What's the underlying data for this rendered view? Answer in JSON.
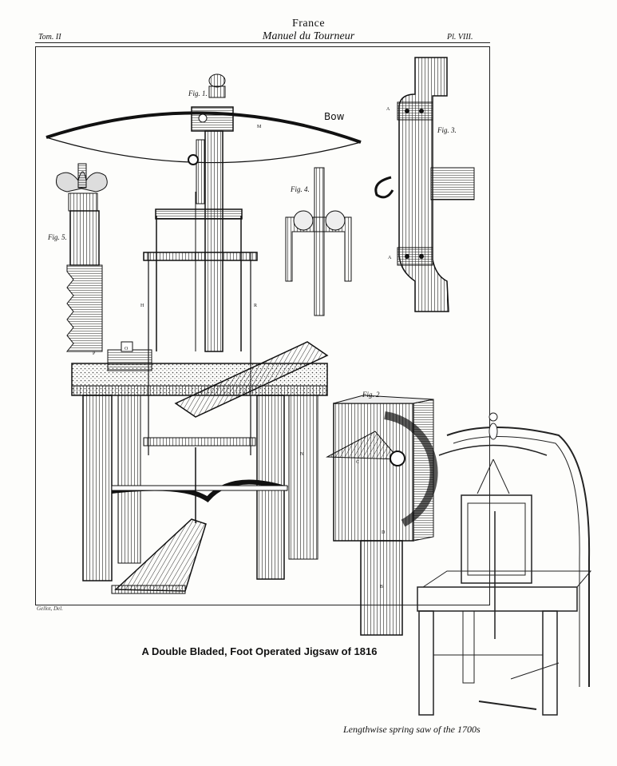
{
  "header": {
    "country": "France",
    "book_title": "Manuel du Tourneur",
    "tome": "Tom. II",
    "plate": "Pl. VIII."
  },
  "plate_labels": {
    "bow": "Bow",
    "fig1": "Fig. 1.",
    "fig2": "Fig. 2",
    "fig3": "Fig. 3.",
    "fig4": "Fig. 4.",
    "fig5": "Fig. 5.",
    "letter_m": "M",
    "letter_a1": "A",
    "letter_a2": "A",
    "letter_h": "H",
    "letter_r": "R",
    "letter_p": "P",
    "letter_c": "C",
    "letter_d": "D",
    "letter_n": "N",
    "letter_b": "B",
    "letter_o": "O"
  },
  "engraver_signature": "Gellot, Del.",
  "captions": {
    "main": "A Double Bladed, Foot Operated Jigsaw of 1816",
    "secondary": "Lengthwise spring saw of the 1700s"
  }
}
